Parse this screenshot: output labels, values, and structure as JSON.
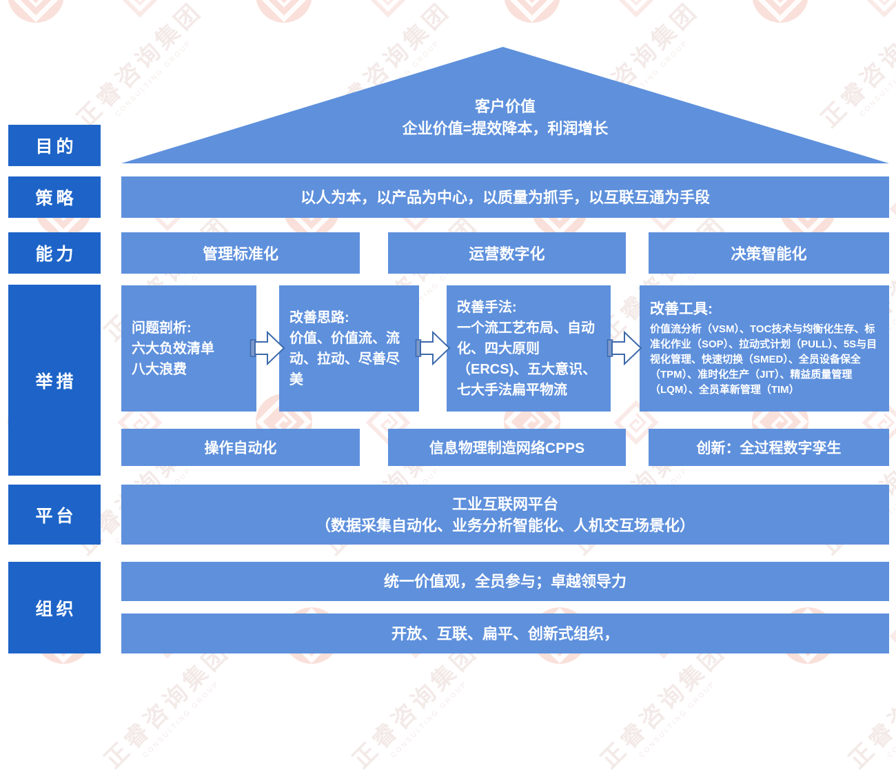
{
  "colors": {
    "label_blue": "#1E64C8",
    "box_blue": "#5E90DC",
    "arrow_outline": "#3C69AA",
    "arrow_fill": "#FFFFFF",
    "watermark_pink": "#F2B1A2"
  },
  "watermark": {
    "text_cn": "正睿咨询集团",
    "text_en": "CONSULTING GROUP"
  },
  "roof": {
    "line1": "客户价值",
    "line2": "企业价值=提效降本，利润增长"
  },
  "labels": {
    "purpose": "目的",
    "strategy": "策略",
    "capability": "能力",
    "measures": "举措",
    "platform": "平台",
    "organization": "组织"
  },
  "strategy": {
    "text": "以人为本，以产品为中心，以质量为抓手，以互联互通为手段"
  },
  "capabilities": [
    "管理标准化",
    "运营数字化",
    "决策智能化"
  ],
  "measures_flow": [
    {
      "title": "问题剖析:",
      "body": "六大负效清单\n八大浪费"
    },
    {
      "title": "改善思路:",
      "body": "价值、价值流、流动、拉动、尽善尽美"
    },
    {
      "title": "改善手法:",
      "body": "一个流工艺布局、自动化、四大原则（ERCS)、五大意识、七大手法扁平物流"
    },
    {
      "title": "改善工具:",
      "body": "价值流分析（VSM）、TOC技术与均衡化生存、标准化作业（SOP）、拉动式计划（PULL）、5S与目视化管理、快速切换（SMED）、全员设备保全（TPM）、准时化生产（JIT）、精益质量管理（LQM）、全员革新管理（TIM）"
    }
  ],
  "measures_row2": [
    "操作自动化",
    "信息物理制造网络CPPS",
    "创新：全过程数字孪生"
  ],
  "platform": {
    "line1": "工业互联网平台",
    "line2": "（数据采集自动化、业务分析智能化、人机交互场景化）"
  },
  "organization": {
    "line1": "统一价值观，全员参与；卓越领导力",
    "line2": "开放、互联、扁平、创新式组织，"
  }
}
